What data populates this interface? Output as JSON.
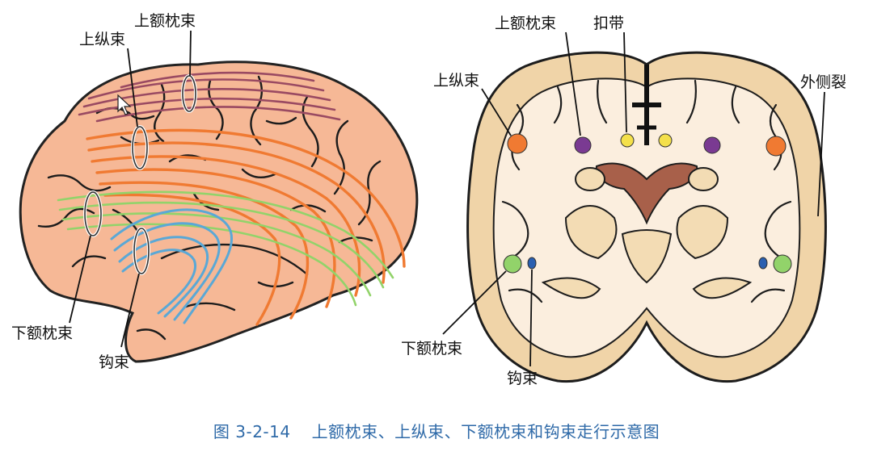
{
  "labels": {
    "left": {
      "sup_fronto_occipital": "上额枕束",
      "sup_longitudinal": "上纵束",
      "inf_fronto_occipital": "下额枕束",
      "uncinate": "钩束"
    },
    "right": {
      "sup_fronto_occipital": "上额枕束",
      "cingulum": "扣带",
      "sup_longitudinal": "上纵束",
      "lateral_fissure": "外侧裂",
      "inf_fronto_occipital": "下额枕束",
      "uncinate": "钩束"
    }
  },
  "caption": {
    "number": "图 3-2-14",
    "text": "上额枕束、上纵束、下额枕束和钩束走行示意图"
  },
  "colors": {
    "brain_skin": "#f6b896",
    "sup_fronto_occipital": "#9a4a62",
    "sup_longitudinal": "#f07a32",
    "inf_fronto_occipital": "#92d36a",
    "uncinate": "#5aa8d6",
    "cingulum": "#f4e04a",
    "dot_sfo": "#7a3a92",
    "dot_uncinate": "#2a5fb0",
    "caption": "#2f6aa8"
  }
}
